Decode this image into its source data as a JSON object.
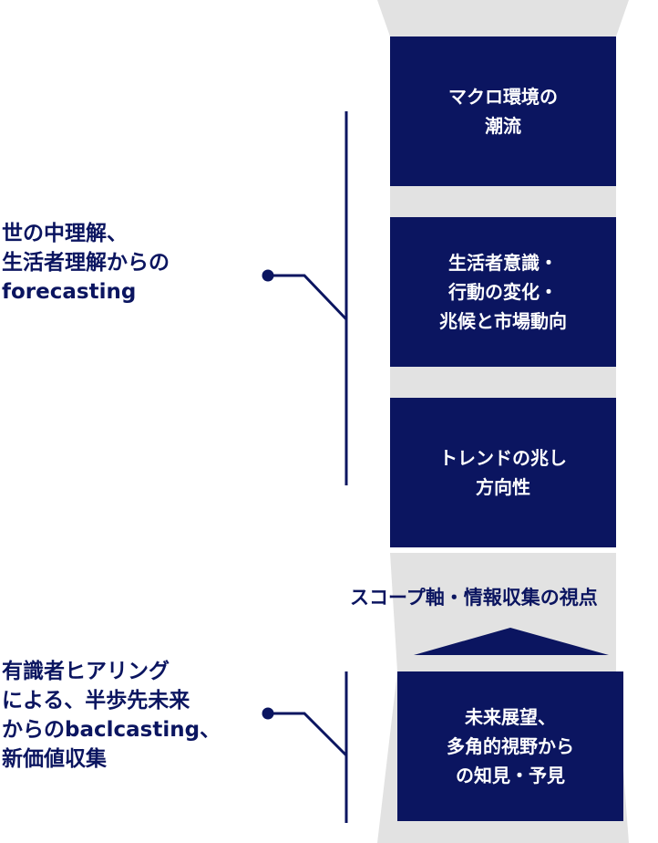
{
  "colors": {
    "navy": "#0b1560",
    "hourglass": "#e2e2e2",
    "background": "#ffffff"
  },
  "boxes": [
    {
      "id": "macro",
      "text": "マクロ環境の\n潮流"
    },
    {
      "id": "consumer",
      "text": "生活者意識・\n行動の変化・\n兆候と市場動向"
    },
    {
      "id": "trend",
      "text": "トレンドの兆し\n方向性"
    },
    {
      "id": "outlook",
      "text": "未来展望、\n多角的視野から\nの知見・予見"
    }
  ],
  "labels": {
    "forecasting": "世の中理解、\n生活者理解からの\nforecasting",
    "backcasting": "有識者ヒアリング\nによる、半歩先未来\nからのbaclcasting、\n新価値収集"
  },
  "axis_label": "スコープ軸・情報収集の視点"
}
